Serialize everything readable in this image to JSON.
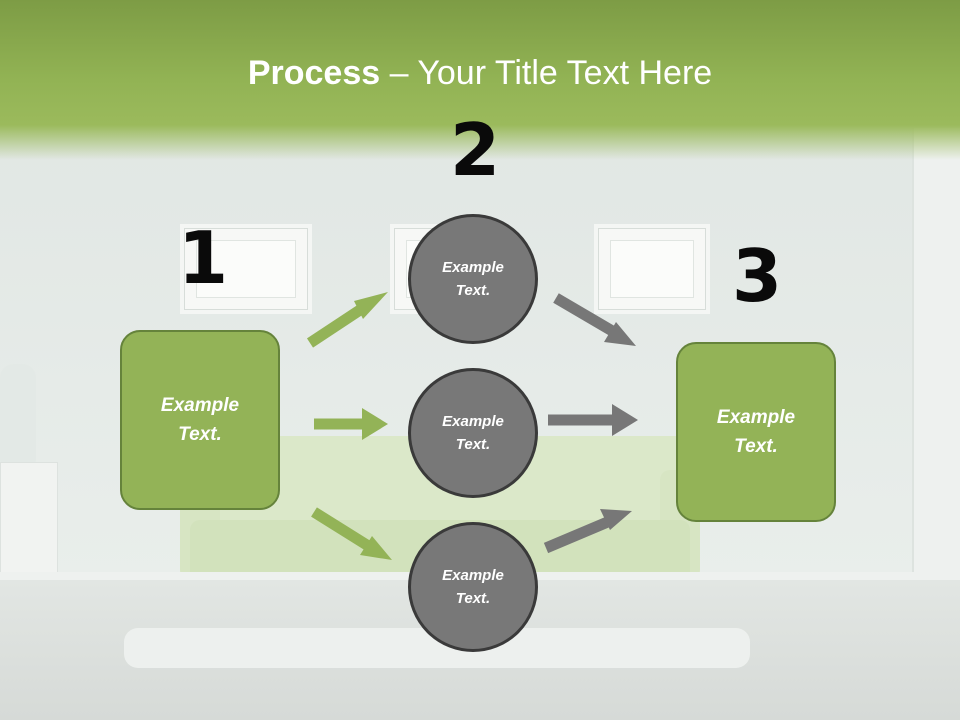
{
  "slide": {
    "title_bold": "Process",
    "title_rest": " – Your Title Text Here"
  },
  "steps": {
    "one": "1",
    "two": "2",
    "three": "3"
  },
  "left_box": {
    "text": "Example\nText."
  },
  "right_box": {
    "text": "Example\nText."
  },
  "circles": [
    {
      "text": "Example\nText."
    },
    {
      "text": "Example\nText."
    },
    {
      "text": "Example\nText."
    }
  ],
  "colors": {
    "header_green": "#8fb04f",
    "box_green": "#93b357",
    "circle_gray": "#787878",
    "arrow_green": "#93b357",
    "arrow_gray": "#777777"
  }
}
